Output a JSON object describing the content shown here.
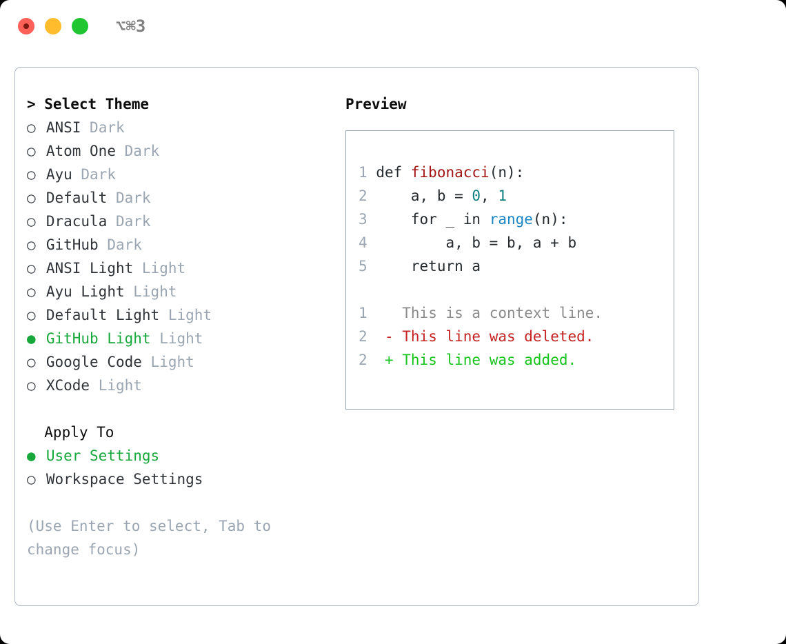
{
  "window": {
    "shortcut": "⌥⌘3",
    "traffic_lights": [
      "close-dot",
      "minimize-dot",
      "maximize-dot"
    ],
    "colors": {
      "close": "#ff6159",
      "minimize": "#ffbd2e",
      "maximize": "#21c431",
      "accent_green": "#16a83a",
      "muted": "#9aa5b1",
      "border": "#aeb6c2"
    }
  },
  "theme_picker": {
    "title": "> Select Theme",
    "options": [
      {
        "marker": "○",
        "name": "ANSI",
        "tag": "Dark",
        "selected": false
      },
      {
        "marker": "○",
        "name": "Atom One",
        "tag": "Dark",
        "selected": false
      },
      {
        "marker": "○",
        "name": "Ayu",
        "tag": "Dark",
        "selected": false
      },
      {
        "marker": "○",
        "name": "Default",
        "tag": "Dark",
        "selected": false
      },
      {
        "marker": "○",
        "name": "Dracula",
        "tag": "Dark",
        "selected": false
      },
      {
        "marker": "○",
        "name": "GitHub",
        "tag": "Dark",
        "selected": false
      },
      {
        "marker": "○",
        "name": "ANSI Light",
        "tag": "Light",
        "selected": false
      },
      {
        "marker": "○",
        "name": "Ayu Light",
        "tag": "Light",
        "selected": false
      },
      {
        "marker": "○",
        "name": "Default Light",
        "tag": "Light",
        "selected": false
      },
      {
        "marker": "●",
        "name": "GitHub Light",
        "tag": "Light",
        "selected": true
      },
      {
        "marker": "○",
        "name": "Google Code",
        "tag": "Light",
        "selected": false
      },
      {
        "marker": "○",
        "name": "XCode",
        "tag": "Light",
        "selected": false
      }
    ]
  },
  "apply_to": {
    "title": "Apply To",
    "options": [
      {
        "marker": "●",
        "name": "User Settings",
        "selected": true
      },
      {
        "marker": "○",
        "name": "Workspace Settings",
        "selected": false
      }
    ]
  },
  "hint": "(Use Enter to select, Tab to change focus)",
  "preview": {
    "title": "Preview",
    "code_lines": [
      {
        "num": "1",
        "segments": [
          {
            "text": "def ",
            "kind": "plain"
          },
          {
            "text": "fibonacci",
            "kind": "fn"
          },
          {
            "text": "(n):",
            "kind": "plain"
          }
        ]
      },
      {
        "num": "2",
        "segments": [
          {
            "text": "    a, b = ",
            "kind": "plain"
          },
          {
            "text": "0",
            "kind": "num"
          },
          {
            "text": ", ",
            "kind": "plain"
          },
          {
            "text": "1",
            "kind": "num"
          }
        ]
      },
      {
        "num": "3",
        "segments": [
          {
            "text": "    for _ in ",
            "kind": "plain"
          },
          {
            "text": "range",
            "kind": "call"
          },
          {
            "text": "(n):",
            "kind": "plain"
          }
        ]
      },
      {
        "num": "4",
        "segments": [
          {
            "text": "        a, b = b, a + b",
            "kind": "plain"
          }
        ]
      },
      {
        "num": "5",
        "segments": [
          {
            "text": "    return a",
            "kind": "plain"
          }
        ]
      }
    ],
    "diff_lines": [
      {
        "num": "1",
        "sign": " ",
        "text": "This is a context line.",
        "kind": "context"
      },
      {
        "num": "2",
        "sign": "-",
        "text": "This line was deleted.",
        "kind": "deleted"
      },
      {
        "num": "2",
        "sign": "+",
        "text": "This line was added.",
        "kind": "added"
      }
    ]
  }
}
